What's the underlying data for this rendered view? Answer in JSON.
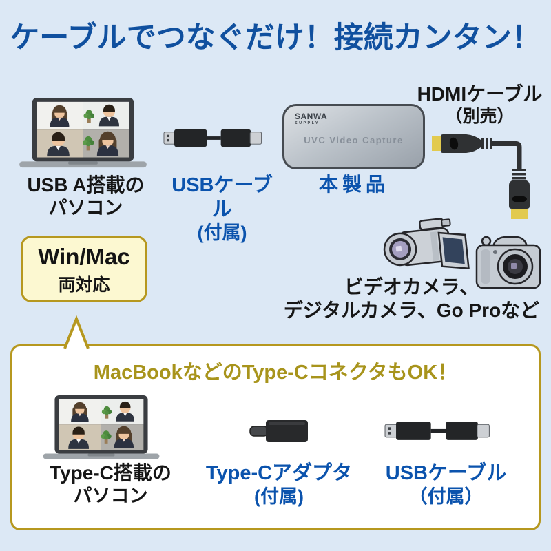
{
  "title": {
    "text": "ケーブルでつなぐだけ！接続カンタン！"
  },
  "diagram": {
    "pc_a": {
      "label1": "USB A搭載の",
      "label2": "パソコン"
    },
    "usb_cable_a": {
      "label1": "USBケーブル",
      "label2": "(付属)"
    },
    "device": {
      "label": "本製品",
      "brand1": "SANWA",
      "brand2": "SUPPLY",
      "print": "UVC Video Capture"
    },
    "hdmi": {
      "label1": "HDMIケーブル",
      "label2": "（別売）"
    },
    "cameras": {
      "label1": "ビデオカメラ、",
      "label2": "デジタルカメラ、Go Proなど"
    }
  },
  "badge": {
    "line1": "Win/Mac",
    "line2": "両対応"
  },
  "panel": {
    "heading": "MacBookなどのType-CコネクタもOK！",
    "pc_c": {
      "label1": "Type-C搭載の",
      "label2": "パソコン"
    },
    "adapter": {
      "label1": "Type-Cアダプタ",
      "label2": "(付属)"
    },
    "usb_cable_b": {
      "label1": "USBケーブル",
      "label2": "（付属）"
    }
  },
  "colors": {
    "background": "#dce8f5",
    "title_blue": "#10509f",
    "accent_blue": "#0b53ad",
    "gold_border": "#b6981f",
    "heading_gold": "#a8941c",
    "badge_bg": "#fcf8d1",
    "hdmi_gold_tip": "#e2ca4f",
    "device_silver": "#bcc3ca"
  }
}
